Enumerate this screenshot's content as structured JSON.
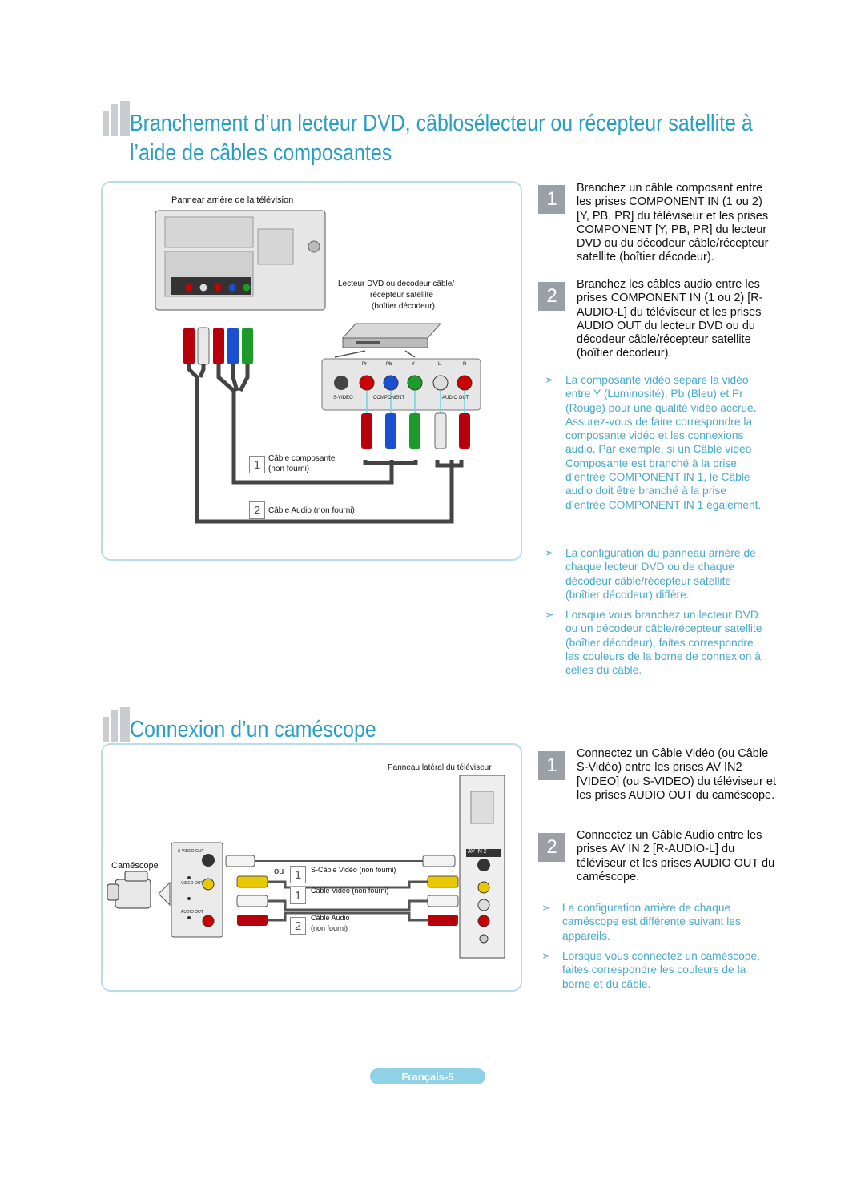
{
  "section1": {
    "title_line1": "Branchement d’un lecteur DVD, câblosélecteur ou récepteur satellite à",
    "title_line2": "l’aide de câbles composantes",
    "diagram": {
      "tv_panel_label": "Pannear arrière de la télévision",
      "dvd_label_1": "Lecteur DVD ou décodeur câble/",
      "dvd_label_2": "récepteur satellite",
      "dvd_label_3": "(boîtier décodeur)",
      "cable1_num": "1",
      "cable1_label_1": "Câble composante",
      "cable1_label_2": "(non fourni)",
      "cable2_num": "2",
      "cable2_label": "Câble Audio (non fourni)",
      "jack_labels": [
        "Pr",
        "Pb",
        "Y",
        "L",
        "R"
      ],
      "svideo_label": "S-VIDEO",
      "component_label": "COMPONENT",
      "audio_out_label": "AUDIO OUT"
    },
    "steps": [
      {
        "num": "1",
        "text": "Branchez un câble composant entre les prises COMPONENT IN (1 ou 2) [Y, PB, PR] du téléviseur et les prises COMPONENT [Y, PB, PR] du lecteur DVD ou du décodeur câble/récepteur satellite (boîtier décodeur)."
      },
      {
        "num": "2",
        "text": "Branchez les câbles audio entre les prises COMPONENT IN (1 ou 2) [R-AUDIO-L] du téléviseur et les prises AUDIO OUT du lecteur DVD ou du décodeur câble/récepteur satellite (boîtier décodeur)."
      }
    ],
    "notes": [
      "La composante vidéo sépare la vidéo entre Y (Luminosité), Pb (Bleu) et Pr (Rouge) pour une qualité vidéo accrue. Assurez-vous de faire correspondre la composante vidéo et les connexions audio. Par exemple, si un Câble vidéo Composante est branché à la prise d’entrée COMPONENT IN 1, le Câble audio doit être branché à la prise d’entrée COMPONENT IN 1 également.",
      "La configuration du panneau arrière de chaque lecteur DVD ou de chaque décodeur câble/récepteur satellite (boîtier décodeur) diffère.",
      "Lorsque vous branchez un lecteur DVD ou un décodeur câble/récepteur satellite (boîtier décodeur), faites correspondre les couleurs de la borne de connexion à celles du câble."
    ]
  },
  "section2": {
    "title": "Connexion d’un caméscope",
    "diagram": {
      "tv_side_label": "Panneau latéral du téléviseur",
      "camcorder_label": "Caméscope",
      "or_label": "ou",
      "cable_svideo_num": "1",
      "cable_svideo_label": "S-Câble Vidéo (non fourni)",
      "cable_video_num": "1",
      "cable_video_label": "Câble Vidéo (non fourni)",
      "cable_audio_num": "2",
      "cable_audio_label_1": "Câble Audio",
      "cable_audio_label_2": "(non fourni)",
      "av_in2_label": "AV IN 2",
      "cam_svideo_out": "S-VIDEO OUT",
      "cam_video_out": "VIDEO OUT",
      "cam_audio_out": "AUDIO OUT"
    },
    "steps": [
      {
        "num": "1",
        "text": "Connectez un Câble Vidéo (ou Câble S-Vidéo) entre les prises AV IN2 [VIDEO] (ou S-VIDEO) du téléviseur et les prises AUDIO OUT du caméscope."
      },
      {
        "num": "2",
        "text": "Connectez un Câble Audio entre les prises AV IN 2 [R-AUDIO-L] du téléviseur et les prises AUDIO OUT du caméscope."
      }
    ],
    "notes": [
      "La configuration arrière de chaque caméscope est différente suivant les appareils.",
      "Lorsque vous connectez un caméscope, faites correspondre les couleurs de la borne et du câble."
    ]
  },
  "footer": {
    "page_label": "Français-5"
  },
  "colors": {
    "accent": "#2a9fc4",
    "note": "#4aa9cc",
    "panel_border": "#b9dde8",
    "step_box": "#9aa0a6"
  },
  "icons": {
    "note_arrow": "➣"
  }
}
